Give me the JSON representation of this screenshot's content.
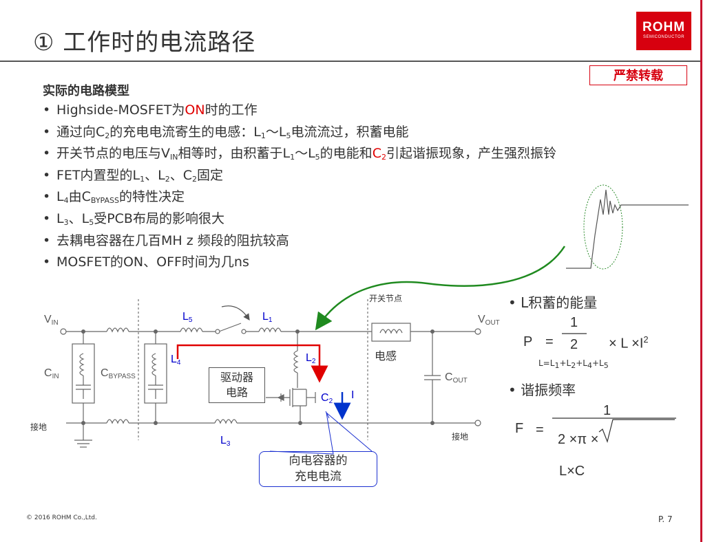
{
  "header": {
    "title": "① 工作时的电流路径",
    "logo_main": "ROHM",
    "logo_sub": "SEMICONDUCTOR",
    "badge": "严禁转载"
  },
  "section": {
    "title": "实际的电路模型"
  },
  "bullets": [
    {
      "parts": [
        "Highside-MOSFET为",
        "ON",
        "时的工作"
      ]
    },
    {
      "parts": [
        "通过向C",
        "2",
        "的充电电流寄生的电感：L",
        "1",
        "〜L",
        "5",
        "电流流过，积蓄电能"
      ]
    },
    {
      "parts": [
        "开关节点的电压与V",
        "IN",
        "相等时，由积蓄于L",
        "1",
        "〜L",
        "5",
        "的电能和",
        "C",
        "2",
        "引起谐振现象，产生强烈振铃"
      ]
    },
    {
      "parts": [
        "FET内置型的L",
        "1",
        "、L",
        "2",
        "、C",
        "2",
        "固定"
      ]
    },
    {
      "parts": [
        "L",
        "4",
        "由C",
        "BYPASS",
        "的特性决定"
      ]
    },
    {
      "parts": [
        "L",
        "3",
        "、L",
        "5",
        "受PCB布局的影响很大"
      ]
    },
    {
      "parts": [
        "去耦电容器在几百MH z 频段的阻抗较高"
      ]
    },
    {
      "parts": [
        "MOSFET的ON、OFF时间为几ns"
      ]
    }
  ],
  "circuit": {
    "vin": [
      "V",
      "IN"
    ],
    "vout": [
      "V",
      "OUT"
    ],
    "cin": [
      "C",
      "IN"
    ],
    "cbypass": [
      "C",
      "BYPASS"
    ],
    "cout": [
      "C",
      "OUT"
    ],
    "l5": [
      "L",
      "5"
    ],
    "l1": [
      "L",
      "1"
    ],
    "l4": [
      "L",
      "4"
    ],
    "l2": [
      "L",
      "2"
    ],
    "l3": [
      "L",
      "3"
    ],
    "c2": [
      "C",
      "2"
    ],
    "current": "I",
    "gnd_left": "接地",
    "gnd_right": "接地",
    "switch_node": "开关节点",
    "inductor": "电感",
    "driver": [
      "驱动器",
      "电路"
    ],
    "callout": [
      "向电容器的",
      "充电电流"
    ]
  },
  "formulas": {
    "bullet1": "L积蓄的能量",
    "p_lhs": "P",
    "eq": "=",
    "p_num": "1",
    "p_den": "2",
    "p_rhs": "× L ×I",
    "p_exp": "2",
    "l_sum": [
      "L=L",
      "1",
      "+L",
      "2",
      "+L",
      "4",
      "+L",
      "5"
    ],
    "bullet2": "谐振频率",
    "f_lhs": "F",
    "f_num": "1",
    "f_den": "2 ×π ×",
    "f_sqrt": "L×C"
  },
  "footer": {
    "copyright": "© 2016 ROHM Co.,Ltd.",
    "page": "P. 7"
  },
  "colors": {
    "brand": "#d7000f",
    "accent_red": "#e00000",
    "accent_blue": "#0000cc",
    "arrow_green": "#1f8a1f"
  }
}
